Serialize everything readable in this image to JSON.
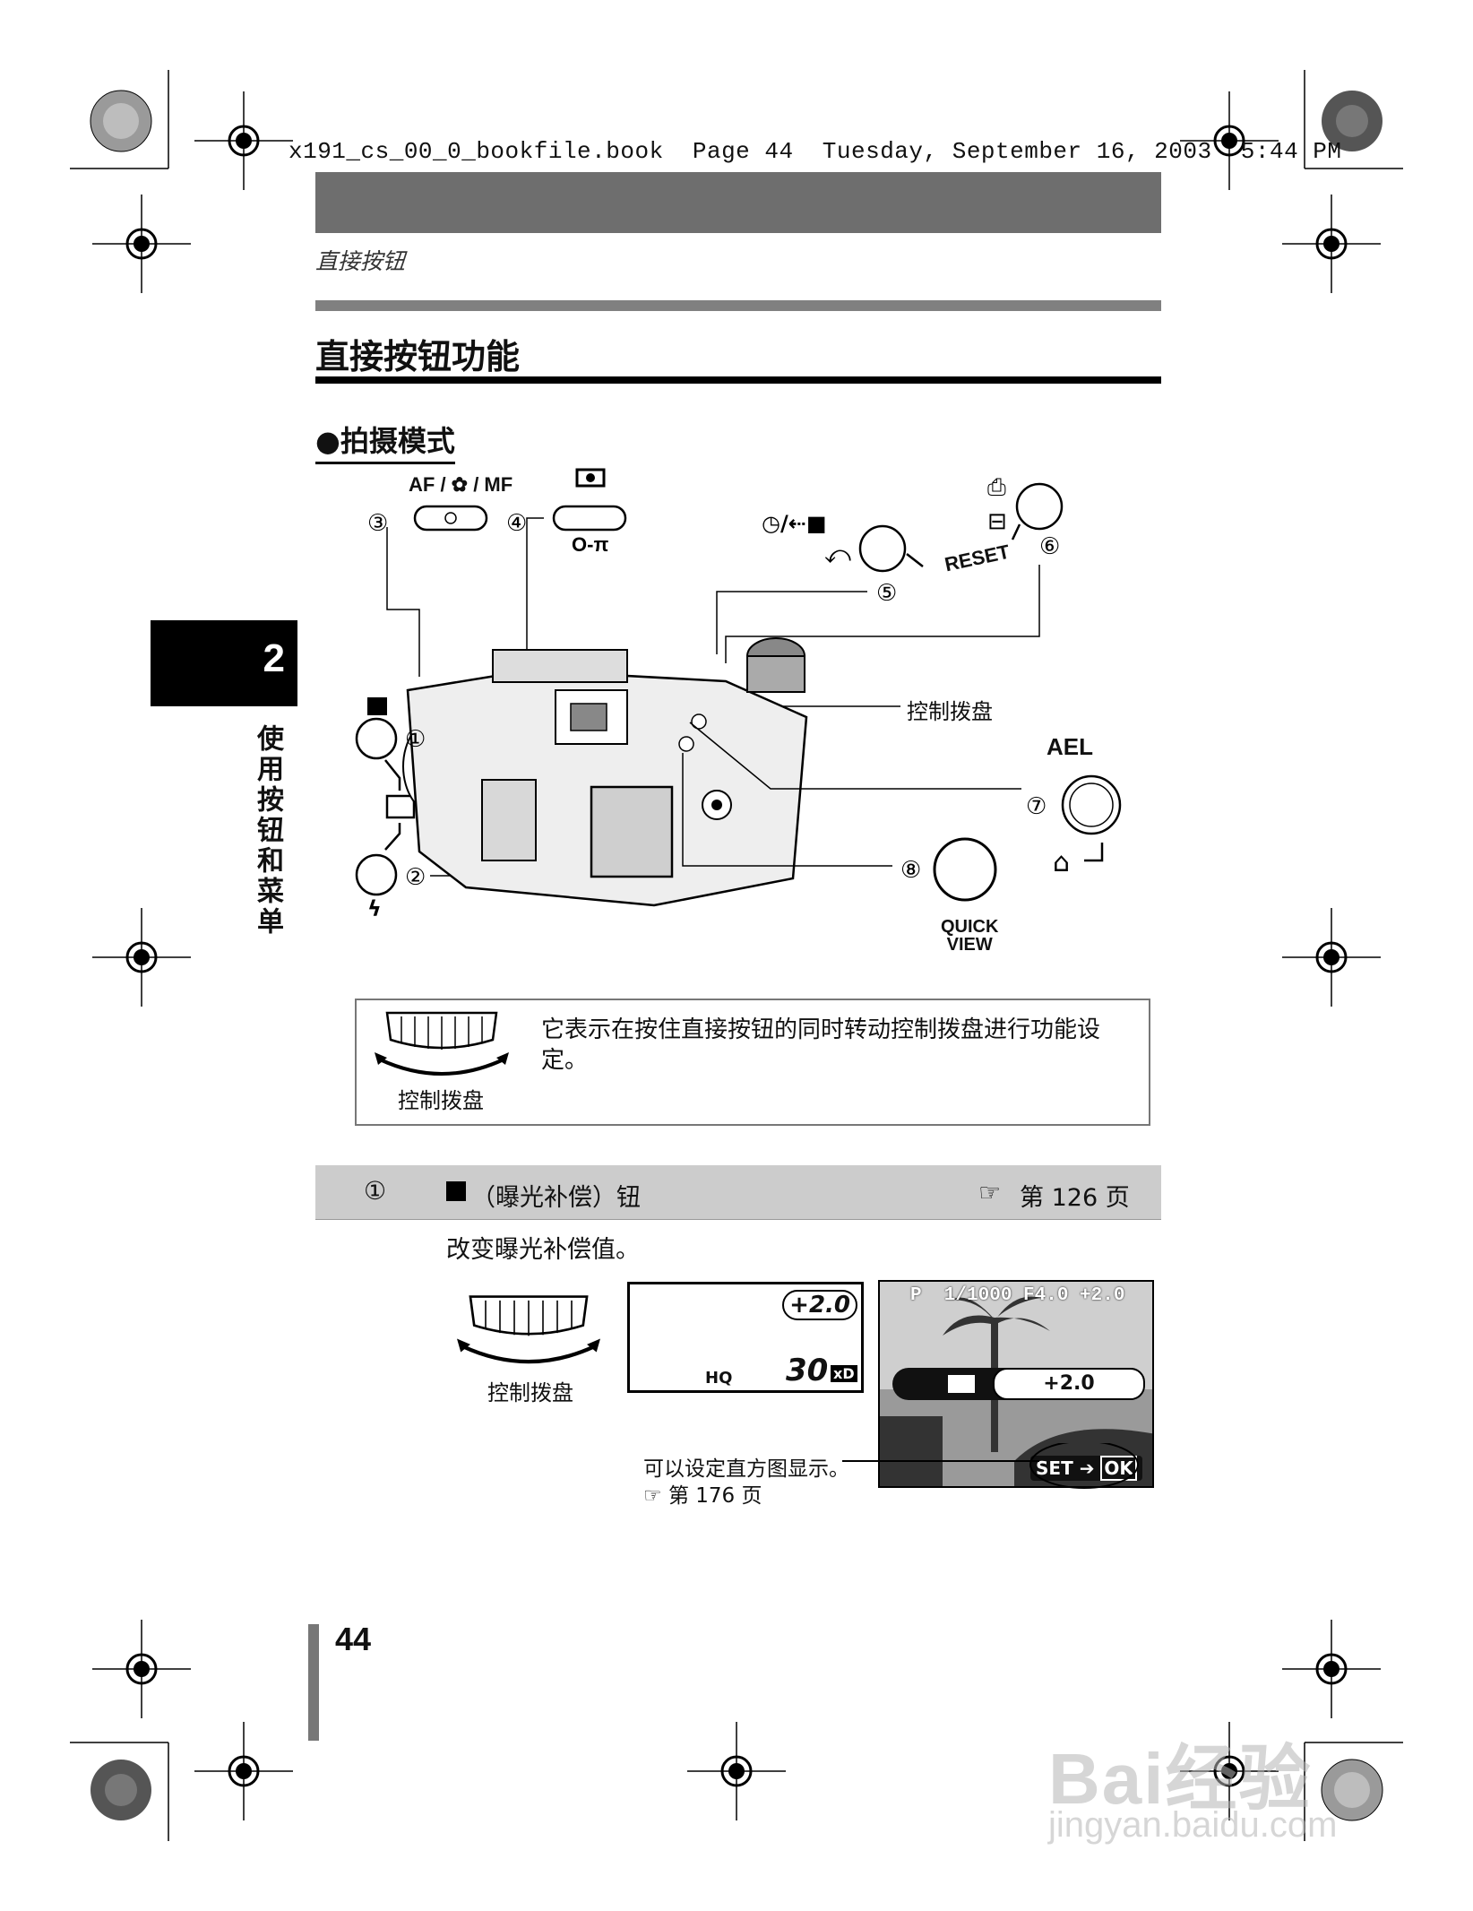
{
  "file_info": "x191_cs_00_0_bookfile.book  Page 44  Tuesday, September 16, 2003  5:44 PM",
  "breadcrumb": "直接按钮",
  "page_title": "直接按钮功能",
  "subsection": "●拍摄模式",
  "chapter": {
    "number": "2",
    "label": "使用按钮和菜单"
  },
  "diagram": {
    "labels": {
      "af_mf": "AF / ✿ / MF",
      "reset": "RESET",
      "ael": "AEL",
      "quick_view": "QUICK\nVIEW",
      "control_dial": "控制拨盘"
    },
    "numbers": [
      "①",
      "②",
      "③",
      "④",
      "⑤",
      "⑥",
      "⑦",
      "⑧"
    ]
  },
  "note": {
    "text": "它表示在按住直接按钮的同时转动控制拨盘进行功能设定。",
    "dial_label": "控制拨盘"
  },
  "row": {
    "number": "①",
    "title": "（曝光补偿）钮",
    "ref": "第 126 页",
    "description": "改变曝光补偿值。"
  },
  "lcd": {
    "value": "+2.0",
    "quality": "HQ",
    "count": "30",
    "media": "xD"
  },
  "screen": {
    "info": "P  1/1000 F4.0 +2.0",
    "comp_value": "+2.0",
    "set_label": "SET",
    "ok_label": "OK"
  },
  "lower_dial_label": "控制拨盘",
  "histogram_note": {
    "line1": "可以设定直方图显示。",
    "ref": "第 176 页"
  },
  "page_number": "44",
  "watermark": {
    "main": "Bai经验",
    "sub": "jingyan.baidu.com"
  }
}
